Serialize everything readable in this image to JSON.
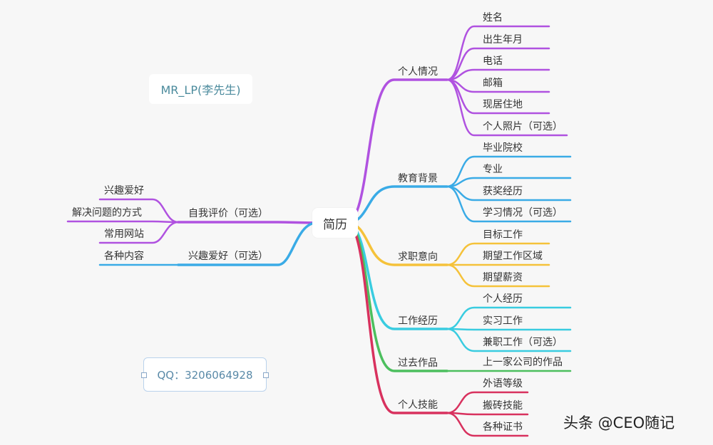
{
  "root": "简历",
  "note": "MR_LP(李先生)",
  "qq_box": "QQ：3206064928",
  "watermark": "头条 @CEO随记",
  "colors": {
    "purple": "#b052e0",
    "blue": "#3aabe6",
    "yellow": "#f5c23a",
    "cyan": "#39cce0",
    "green": "#4cbf5e",
    "crimson": "#d8315e"
  },
  "right_branches": [
    {
      "label": "个人情况",
      "color": "purple",
      "children": [
        "姓名",
        "出生年月",
        "电话",
        "邮箱",
        "现居住地",
        "个人照片（可选）"
      ]
    },
    {
      "label": "教育背景",
      "color": "blue",
      "children": [
        "毕业院校",
        "专业",
        "获奖经历",
        "学习情况（可选）"
      ]
    },
    {
      "label": "求职意向",
      "color": "yellow",
      "children": [
        "目标工作",
        "期望工作区域",
        "期望薪资"
      ]
    },
    {
      "label": "工作经历",
      "color": "cyan",
      "children": [
        "个人经历",
        "实习工作",
        "兼职工作（可选）"
      ]
    },
    {
      "label": "过去作品",
      "color": "green",
      "children": [
        "上一家公司的作品"
      ]
    },
    {
      "label": "个人技能",
      "color": "crimson",
      "children": [
        "外语等级",
        "搬砖技能",
        "各种证书"
      ]
    }
  ],
  "left_branches": [
    {
      "label": "自我评价（可选）",
      "color": "purple",
      "children": [
        "兴趣爱好",
        "解决问题的方式",
        "常用网站"
      ]
    },
    {
      "label": "兴趣爱好（可选）",
      "color": "blue",
      "children": [
        "各种内容"
      ]
    }
  ]
}
